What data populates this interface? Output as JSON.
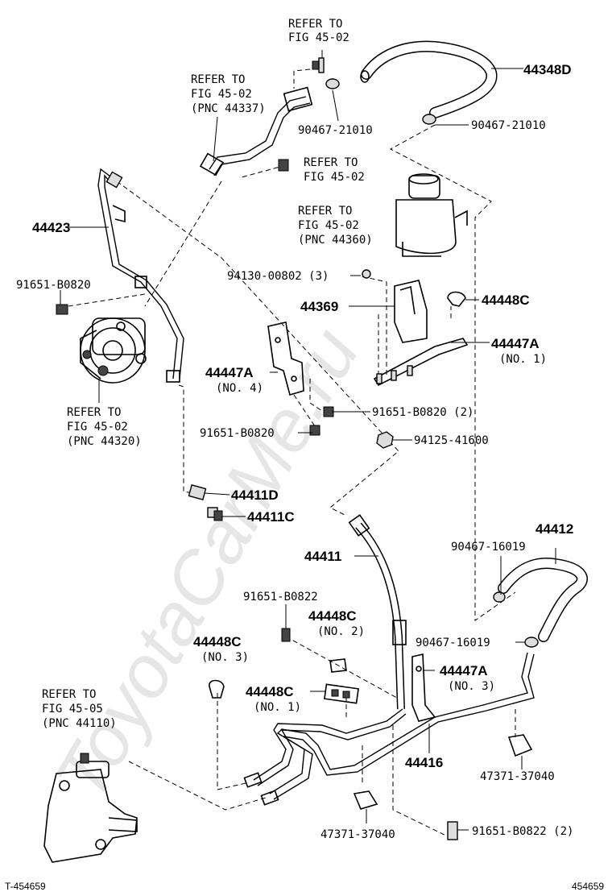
{
  "watermark": "ToyotaCarMe.ru",
  "corner": {
    "left": "T-454659",
    "right": "454659"
  },
  "labels": {
    "refer_top_l1": "REFER TO",
    "refer_top_l2": "FIG 45-02",
    "refer_pipe_l1": "REFER TO",
    "refer_pipe_l2": "FIG 45-02",
    "refer_pipe_l3": "(PNC 44337)",
    "refer_bolt_l1": "REFER TO",
    "refer_bolt_l2": "FIG 45-02",
    "refer_res_l1": "REFER TO",
    "refer_res_l2": "FIG 45-02",
    "refer_res_l3": "(PNC 44360)",
    "refer_pump_l1": "REFER TO",
    "refer_pump_l2": "FIG 45-02",
    "refer_pump_l3": "(PNC 44320)",
    "refer_gear_l1": "REFER TO",
    "refer_gear_l2": "FIG 45-05",
    "refer_gear_l3": "(PNC 44110)",
    "p44348D": "44348D",
    "p90467_21010_a": "90467-21010",
    "p90467_21010_b": "90467-21010",
    "p44423": "44423",
    "p91651_B0820_a": "91651-B0820",
    "p94130": "94130-00802 (3)",
    "p44369": "44369",
    "p44448C_a": "44448C",
    "p44447A_a": "44447A",
    "p44447A_a_no": "(NO. 1)",
    "p44447A_b": "44447A",
    "p44447A_b_no": "(NO. 4)",
    "p91651_B0820_2": "91651-B0820 (2)",
    "p91651_B0820_b": "91651-B0820",
    "p94125": "94125-41600",
    "p44411D": "44411D",
    "p44411C": "44411C",
    "p44412": "44412",
    "p90467_16019_a": "90467-16019",
    "p44411": "44411",
    "p91651_B0822": "91651-B0822",
    "p44448C_b": "44448C",
    "p44448C_b_no": "(NO. 2)",
    "p44448C_c": "44448C",
    "p44448C_c_no": "(NO. 3)",
    "p90467_16019_b": "90467-16019",
    "p44447A_c": "44447A",
    "p44447A_c_no": "(NO. 3)",
    "p44448C_d": "44448C",
    "p44448C_d_no": "(NO. 1)",
    "p44416": "44416",
    "p47371_a": "47371-37040",
    "p47371_b": "47371-37040",
    "p91651_B0822_2": "91651-B0822 (2)"
  }
}
